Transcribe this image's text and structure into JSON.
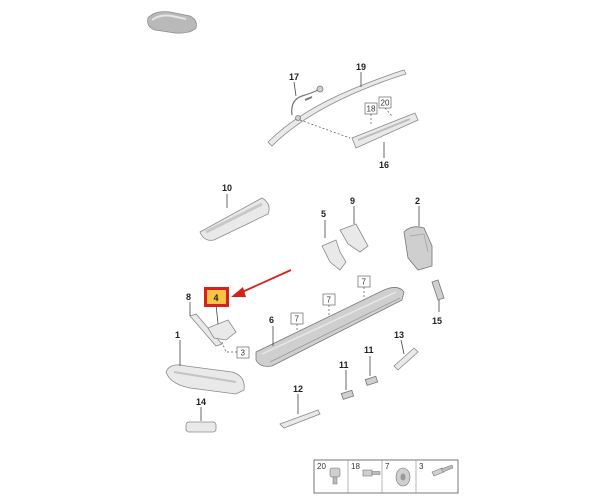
{
  "callouts": {
    "c1": "1",
    "c2": "2",
    "c4": "4",
    "c5": "5",
    "c6": "6",
    "c8": "8",
    "c9": "9",
    "c10": "10",
    "c11a": "11",
    "c11b": "11",
    "c12": "12",
    "c13": "13",
    "c14": "14",
    "c15": "15",
    "c16": "16",
    "c17": "17",
    "c19": "19"
  },
  "ref_boxes": {
    "r18": "18",
    "r20": "20",
    "r3": "3",
    "r7a": "7",
    "r7b": "7",
    "r7c": "7"
  },
  "legend": {
    "l20": "20",
    "l18": "18",
    "l7": "7",
    "l3": "3"
  },
  "highlight": {
    "fill": "#f6c445",
    "border": "#d9211b",
    "arrow": "#d9211b"
  }
}
